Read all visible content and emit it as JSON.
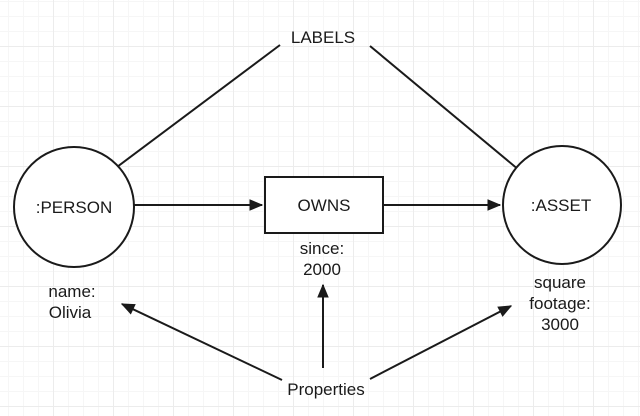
{
  "diagram": {
    "kind": "graph-data-model",
    "labels_annotation": "LABELS",
    "properties_annotation": "Properties",
    "nodes": {
      "person": {
        "label": ":PERSON",
        "shape": "circle",
        "property": {
          "lines": [
            "name:",
            "Olivia"
          ]
        }
      },
      "asset": {
        "label": ":ASSET",
        "shape": "circle",
        "property": {
          "lines": [
            "square",
            "footage:",
            "3000"
          ]
        }
      }
    },
    "edge": {
      "label": "OWNS",
      "shape": "rectangle",
      "property": {
        "lines": [
          "since:",
          "2000"
        ]
      }
    },
    "arrows": [
      "labels-to-person",
      "labels-to-asset",
      "person-to-owns",
      "owns-to-asset",
      "properties-to-name",
      "properties-to-since",
      "properties-to-square-footage"
    ],
    "colors": {
      "stroke": "#1a1a1a",
      "text": "#1a1a1a",
      "shape_fill": "#ffffff",
      "background": "#ffffff",
      "grid_minor": "#f6f6f6",
      "grid_major": "#ececec"
    }
  }
}
